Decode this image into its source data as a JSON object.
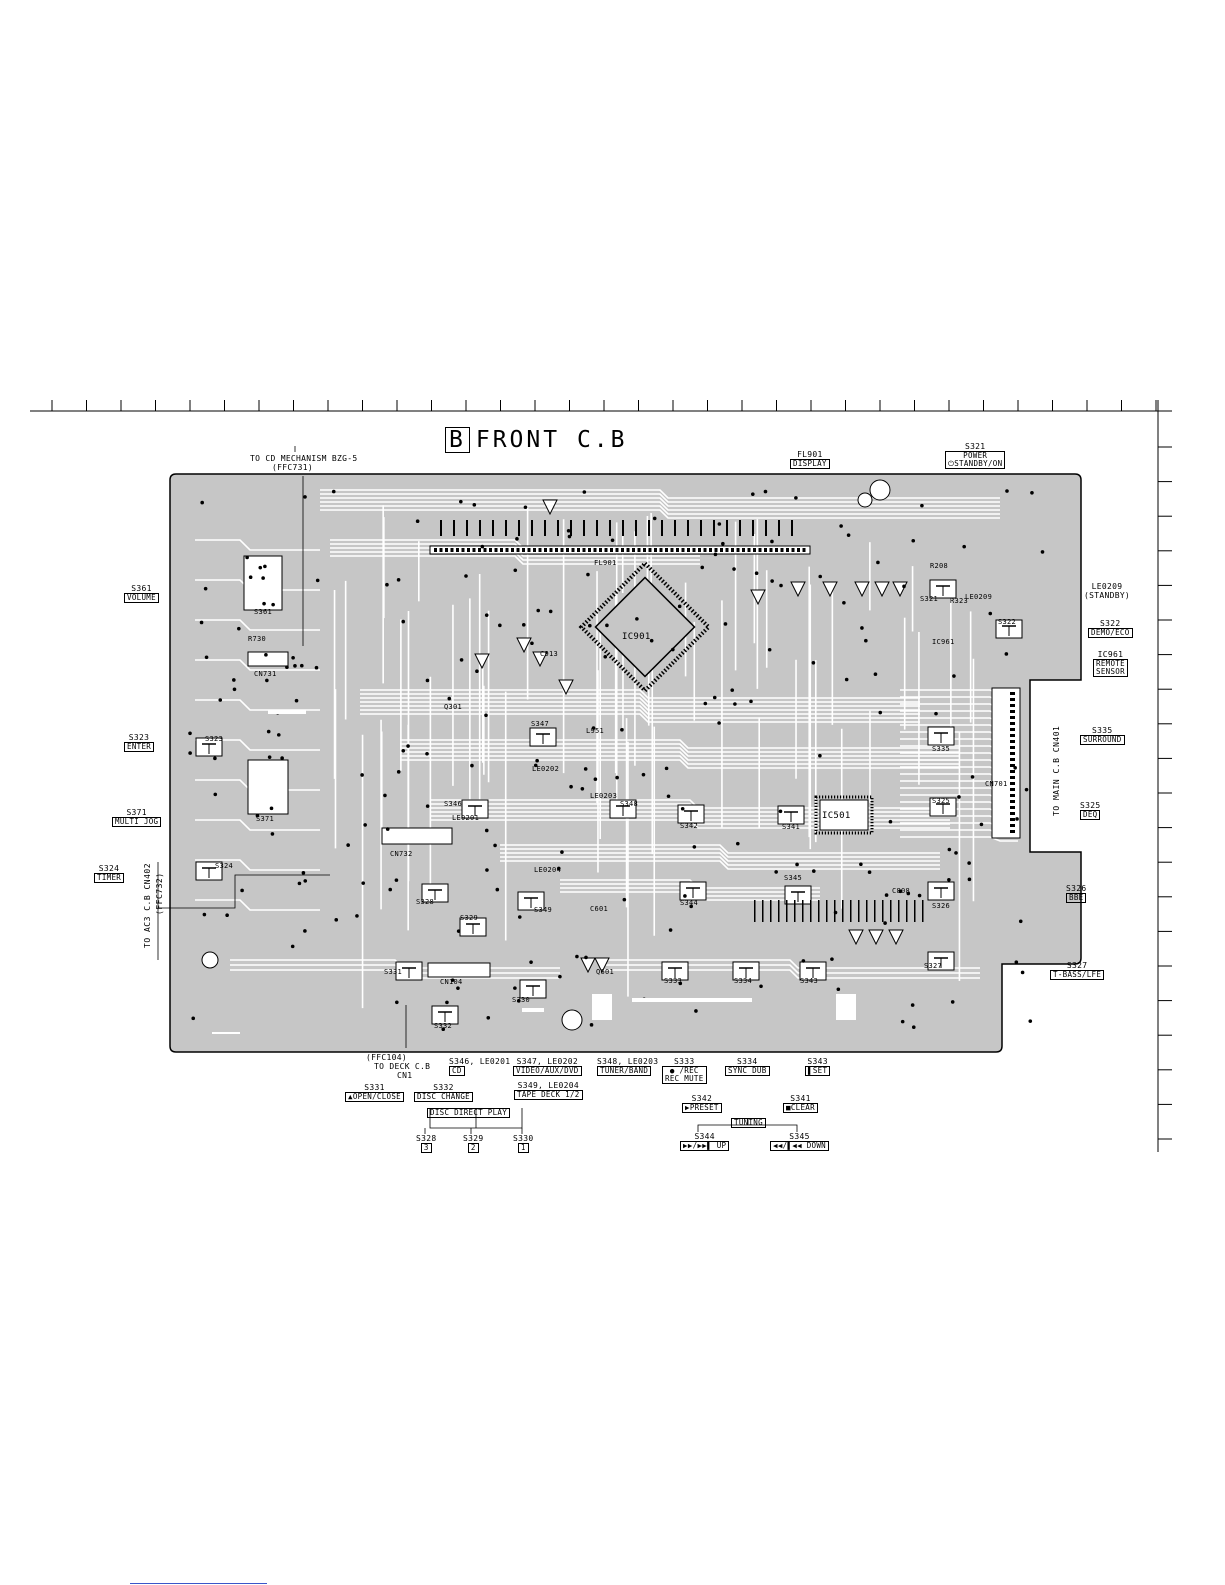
{
  "title": {
    "letter": "B",
    "text": "FRONT C.B"
  },
  "top_labels": {
    "cd_mech": "TO CD MECHANISM BZG-5",
    "ffc731": "(FFC731)",
    "fl901": {
      "code": "FL901",
      "label": "DISPLAY"
    },
    "s321": {
      "code": "S321",
      "line1": "POWER",
      "label": "⏻STANDBY/ON"
    }
  },
  "left_labels": {
    "s361": {
      "code": "S361",
      "label": "VOLUME"
    },
    "s323": {
      "code": "S323",
      "label": "ENTER"
    },
    "s371": {
      "code": "S371",
      "label": "MULTI JOG"
    },
    "s324": {
      "code": "S324",
      "label": "TIMER"
    },
    "ac3": "TO AC3 C.B CN402",
    "ffc732": "(FFC732)"
  },
  "right_labels": {
    "le0209": {
      "code": "LE0209",
      "label": "(STANDBY)"
    },
    "s322": {
      "code": "S322",
      "label": "DEMO/ECO"
    },
    "ic961": {
      "code": "IC961",
      "line1": "REMOTE",
      "line2": "SENSOR"
    },
    "main_cb": "TO MAIN C.B CN401",
    "s335": {
      "code": "S335",
      "label": "SURROUND"
    },
    "s325": {
      "code": "S325",
      "label": "DEQ"
    },
    "s326": {
      "code": "S326",
      "label": "BBE"
    },
    "s327": {
      "code": "S327",
      "label": "T-BASS/LFE"
    }
  },
  "bottom_labels": {
    "ffc104": "(FFC104)",
    "deck": "TO DECK C.B",
    "cn1": "CN1",
    "s331": {
      "code": "S331",
      "label": "▲OPEN/CLOSE"
    },
    "s332": {
      "code": "S332",
      "label": "DISC CHANGE"
    },
    "s346": {
      "code": "S346, LE0201",
      "label": "CD"
    },
    "s347": {
      "code": "S347, LE0202",
      "label": "VIDEO/AUX/DVD"
    },
    "s348": {
      "code": "S348, LE0203",
      "label": "TUNER/BAND"
    },
    "s349": {
      "code": "S349, LE0204",
      "label": "TAPE DECK 1/2"
    },
    "s333": {
      "code": "S333",
      "line1": "● /REC",
      "line2": "REC MUTE"
    },
    "s334": {
      "code": "S334",
      "label": "SYNC DUB"
    },
    "s343": {
      "code": "S343",
      "label": "▌SET"
    },
    "s342": {
      "code": "S342",
      "label": "▶PRESET"
    },
    "s341": {
      "code": "S341",
      "label": "■CLEAR"
    },
    "disc_direct": "DISC DIRECT PLAY",
    "s328": {
      "code": "S328",
      "label": "3"
    },
    "s329": {
      "code": "S329",
      "label": "2"
    },
    "s330": {
      "code": "S330",
      "label": "1"
    },
    "tuning": "TUNING",
    "s344": {
      "code": "S344",
      "label": "▶▶/▶▶▌ UP"
    },
    "s345": {
      "code": "S345",
      "label": "◀◀/▌◀◀ DOWN"
    }
  },
  "board_labels": {
    "ic901": "IC901",
    "ic501": "IC501",
    "fl901": "FL901",
    "cn731": "CN731",
    "cn732": "CN732",
    "cn104": "CN104",
    "cn701": "CN701",
    "s361": "S361",
    "s371": "S371",
    "s335": "S335",
    "s325": "S325",
    "s326": "S326",
    "s327": "S327",
    "s342": "S342",
    "s341": "S341",
    "s343": "S343",
    "s344": "S344",
    "s345": "S345",
    "s333": "S333",
    "s334": "S334",
    "s328": "S328",
    "s329": "S329",
    "s330": "S330",
    "s332": "S332",
    "s331": "S331",
    "s349": "S349",
    "s347": "S347",
    "s346": "S346",
    "s348": "S348",
    "s322": "S322",
    "s321": "S321",
    "s323": "S323",
    "s324": "S324",
    "le0201": "LE0201",
    "le0202": "LE0202",
    "le0203": "LE0203",
    "le0204": "LE0204",
    "le0209": "LE0209",
    "ic961": "IC961",
    "q301": "Q301",
    "q601": "Q601",
    "l951": "L951",
    "c913": "C913",
    "c601": "C601",
    "r208": "R208",
    "r730": "R730",
    "r323": "R323",
    "c808": "C808"
  }
}
